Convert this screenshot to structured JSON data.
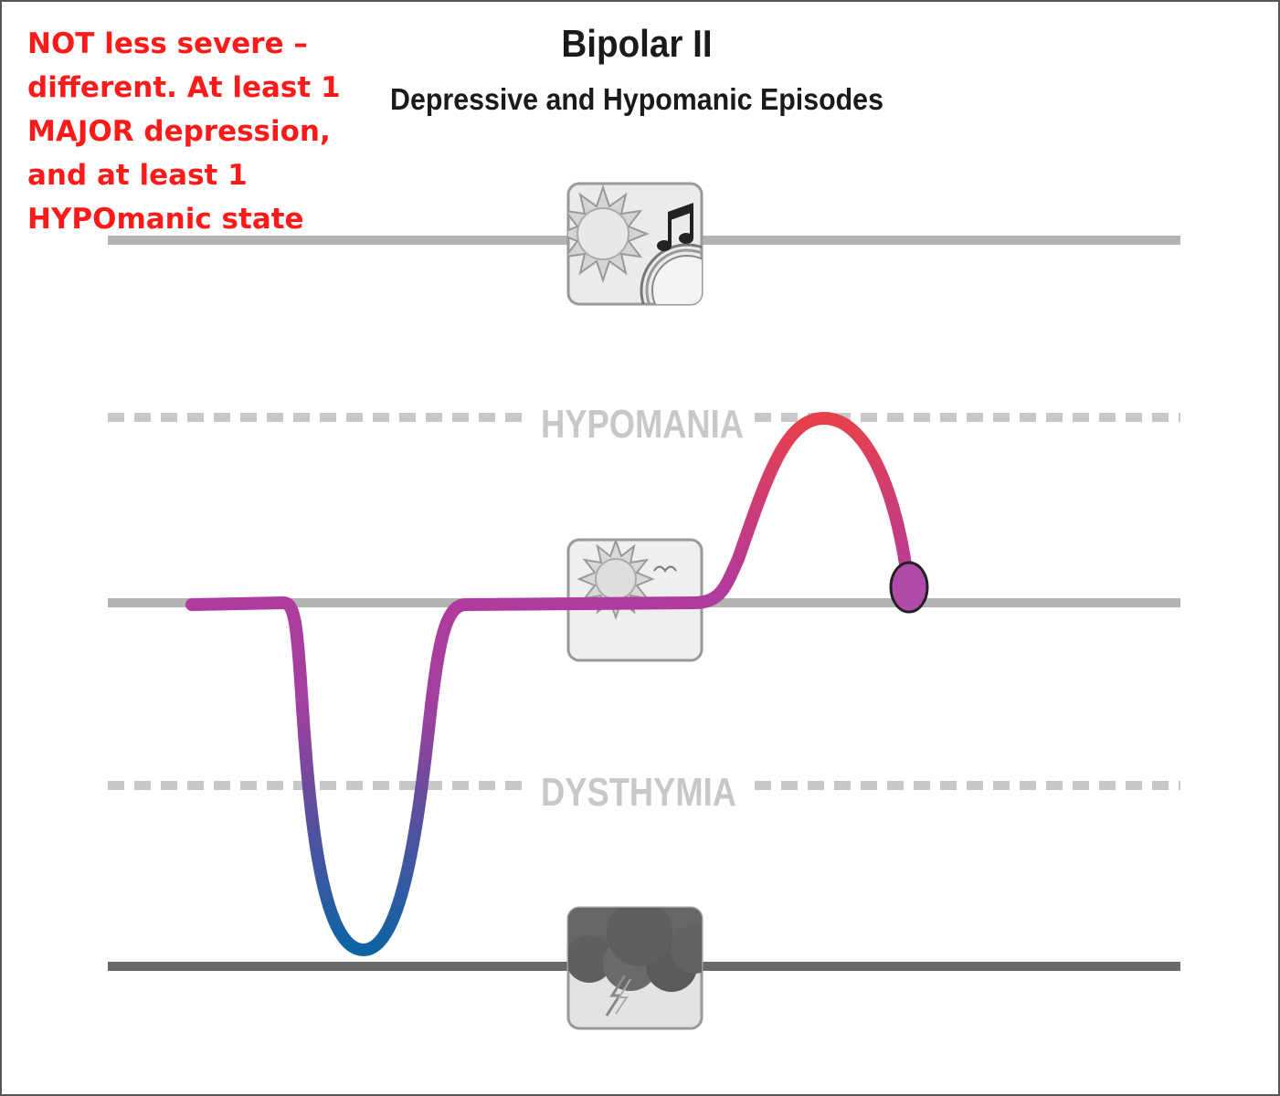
{
  "note": {
    "lines": [
      "NOT less severe –",
      "different. At least 1",
      "MAJOR depression,",
      "and at least 1",
      "HYPOmanic state"
    ],
    "color": "#ff1a1a"
  },
  "header": {
    "title": "Bipolar II",
    "subtitle": "Depressive and Hypomanic Episodes"
  },
  "bands": {
    "hypomania_label": "HYPOMANIA",
    "dysthymia_label": "DYSTHYMIA"
  },
  "icons": {
    "elevated": [
      "sun-icon",
      "music-note-icon",
      "drum-icon"
    ],
    "normal": [
      "sun-icon",
      "bird-icon"
    ],
    "depressed": [
      "storm-cloud-icon",
      "lightning-icon"
    ]
  },
  "colors": {
    "mood_high": "#e8404a",
    "mood_mid": "#b13a9e",
    "mood_low": "#0d64a3",
    "end_marker": "#b04ca8",
    "line_light": "#b3b3b3",
    "line_dark": "#6a6a6a",
    "dashed": "#c8c8c8"
  }
}
